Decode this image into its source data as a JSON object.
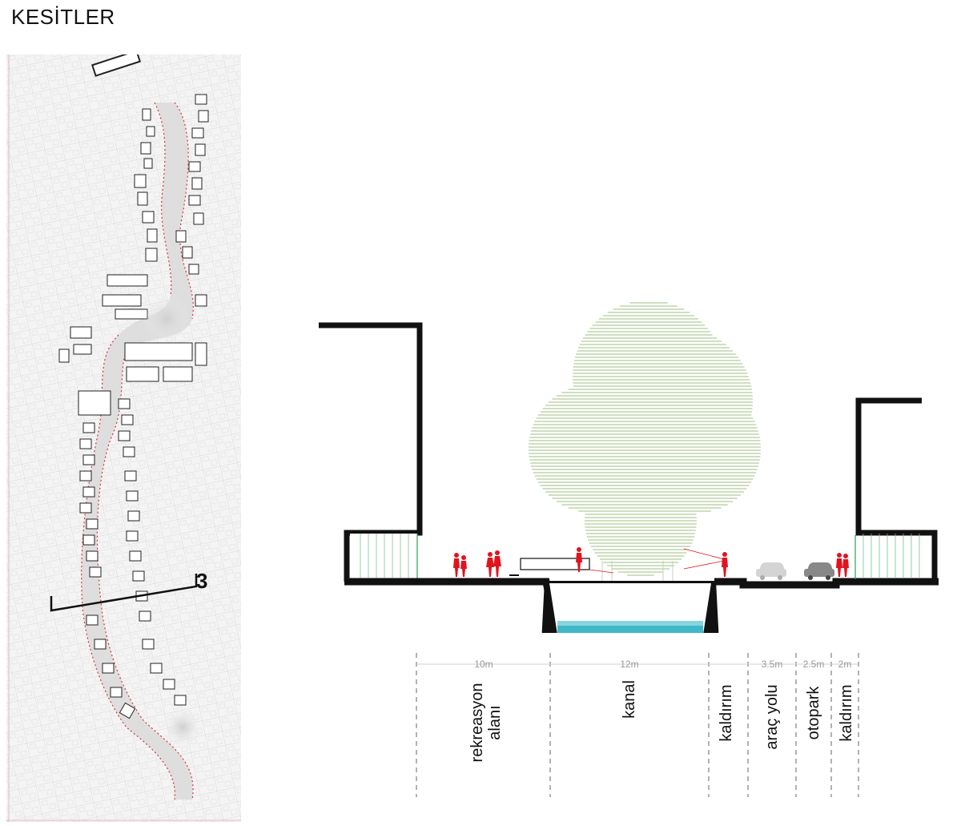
{
  "title": "KESİTLER",
  "plan": {
    "section_marker": "3"
  },
  "colors": {
    "people": "#e0141e",
    "water": "#3fb8c8",
    "tree": "#8fb56a",
    "wall": "#111111",
    "cars": "#cccccc",
    "route": "#e03040"
  },
  "section": {
    "zones": [
      {
        "width": "10m",
        "label_line1": "rekreasyon",
        "label_line2": "alanı"
      },
      {
        "width": "12m",
        "label_line1": "kanal",
        "label_line2": ""
      },
      {
        "width": "",
        "label_line1": "kaldırım",
        "label_line2": ""
      },
      {
        "width": "3.5m",
        "label_line1": "araç yolu",
        "label_line2": ""
      },
      {
        "width": "2.5m",
        "label_line1": "otopark",
        "label_line2": ""
      },
      {
        "width": "2m",
        "label_line1": "kaldırım",
        "label_line2": ""
      }
    ]
  }
}
